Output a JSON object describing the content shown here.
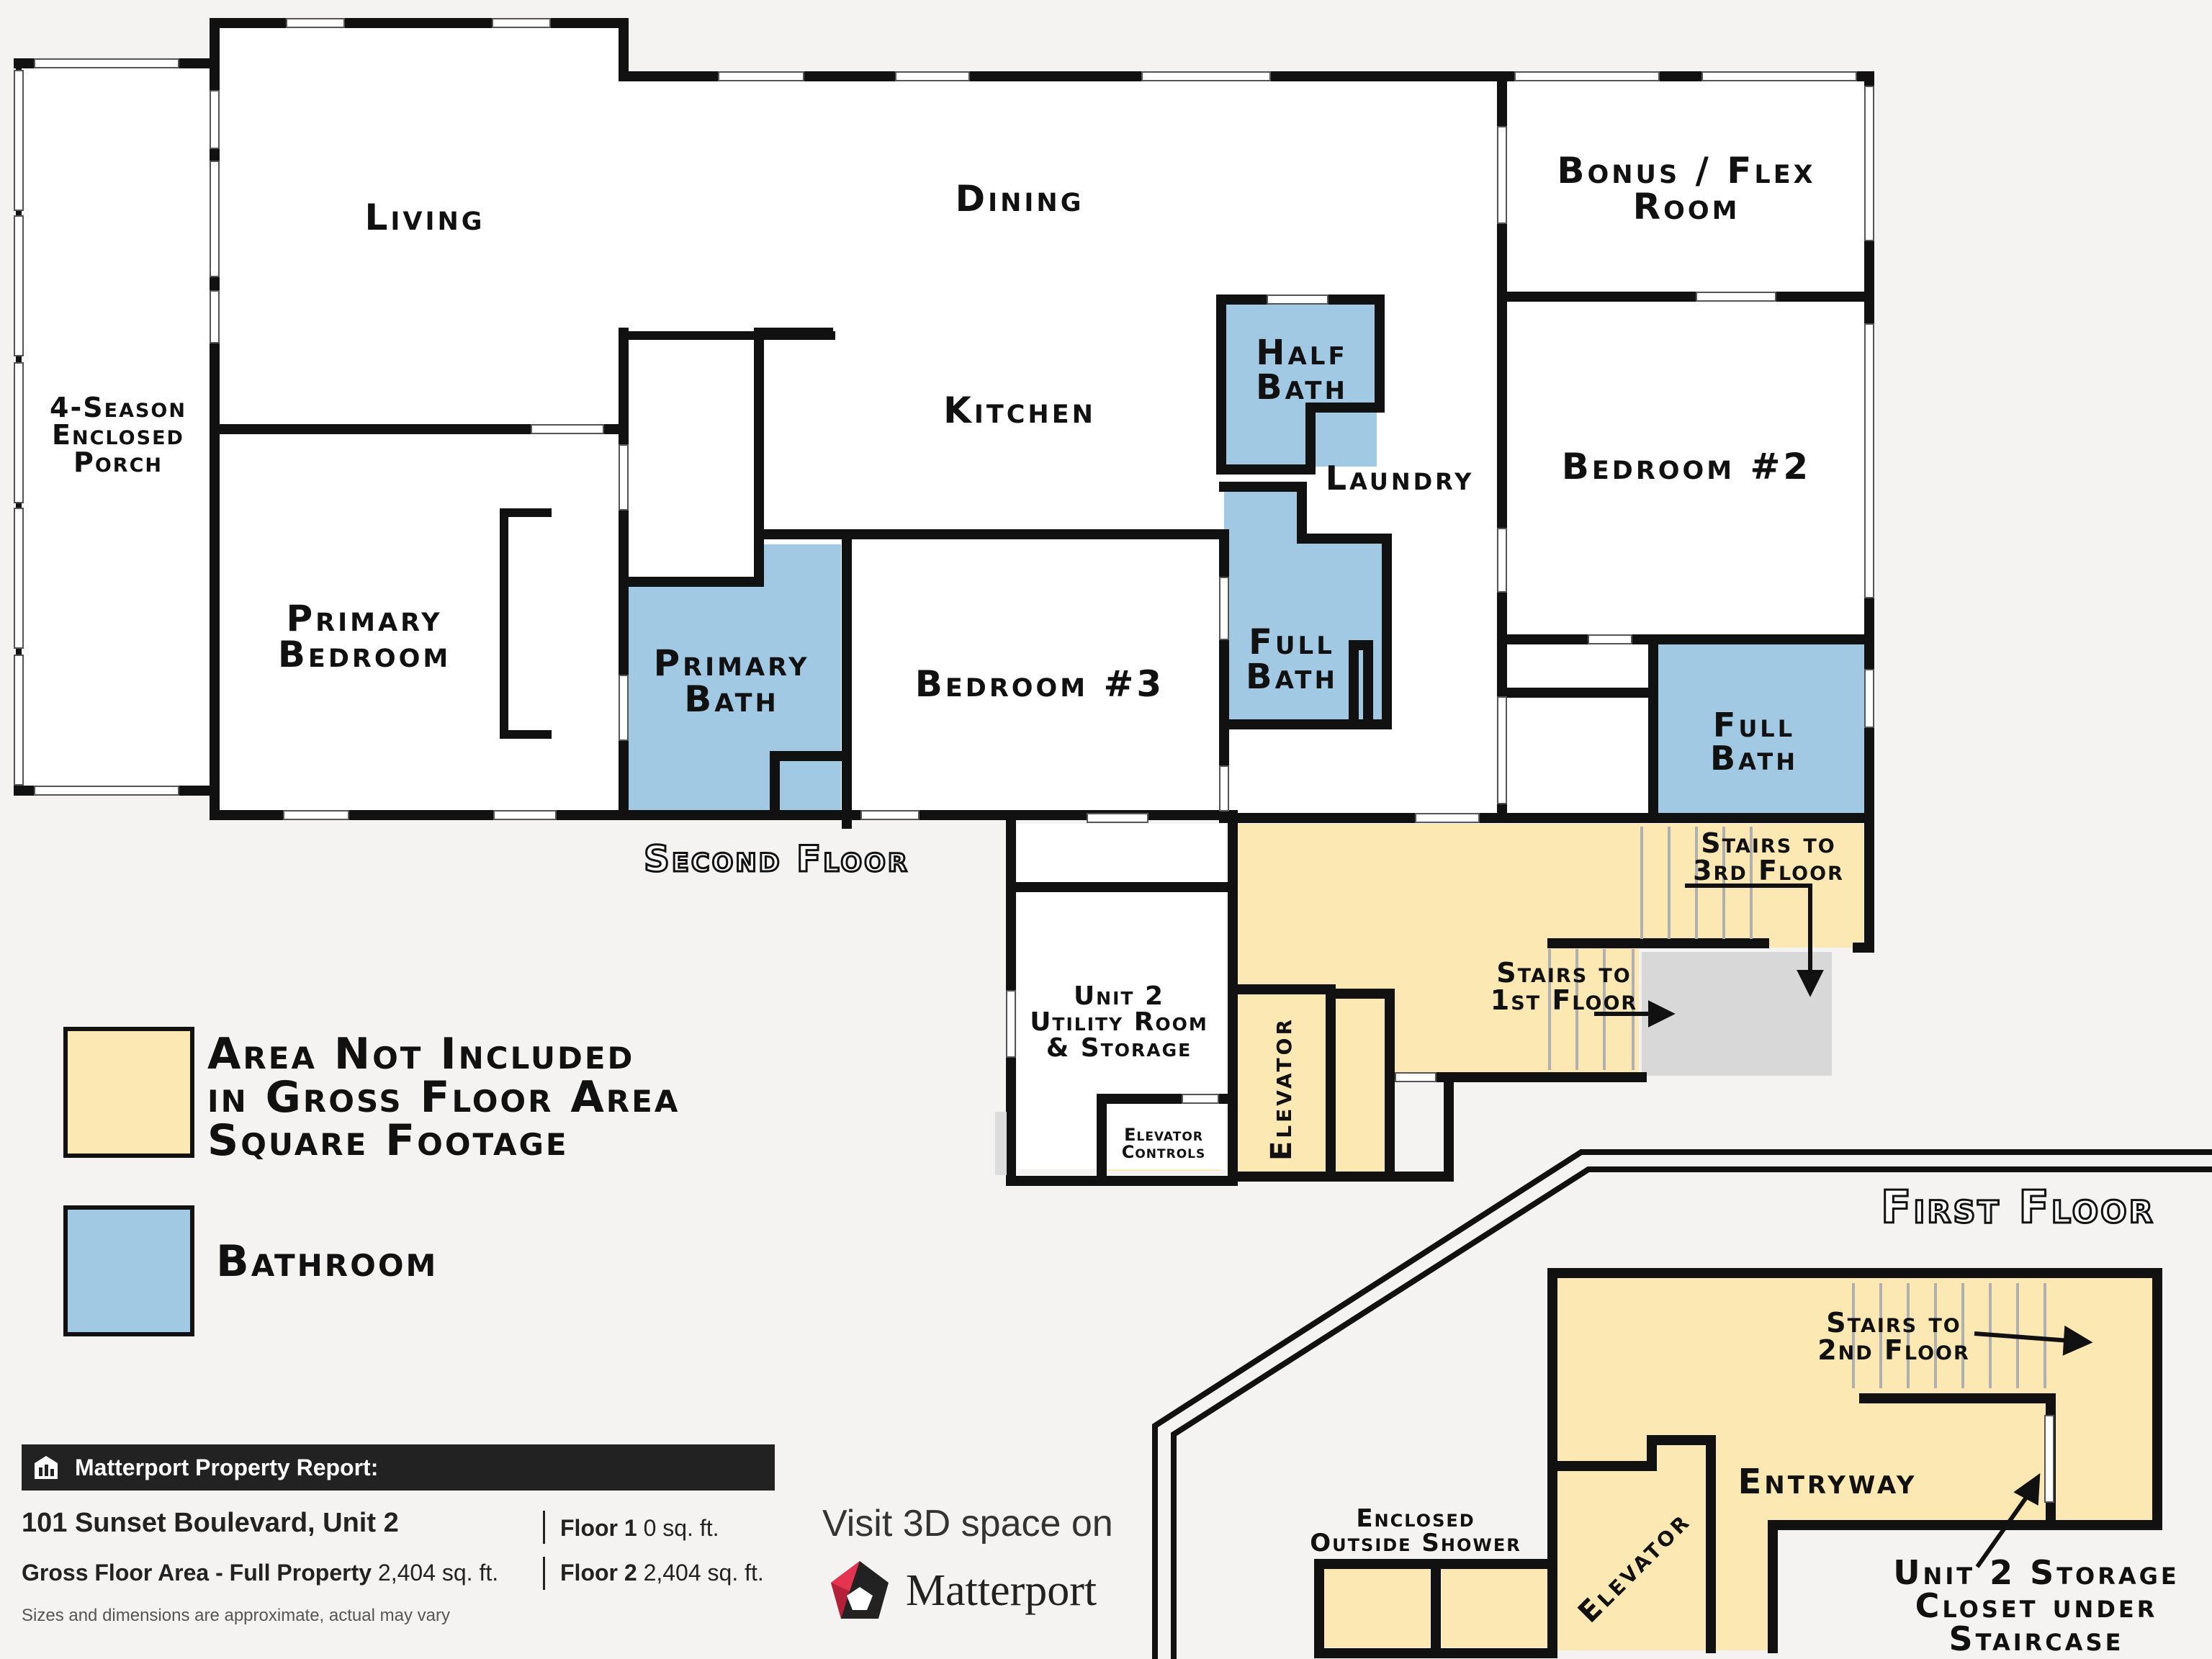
{
  "colors": {
    "not_included": "#fce8b2",
    "bathroom": "#a2c9e4",
    "wall": "#111111",
    "room": "#ffffff",
    "background": "#f4f3f1"
  },
  "second_floor": {
    "title": "Second Floor",
    "rooms": {
      "porch": "4-Season\nEnclosed\nPorch",
      "living": "Living",
      "dining": "Dining",
      "kitchen": "Kitchen",
      "bonus": "Bonus / Flex\nRoom",
      "half_bath": "Half\nBath",
      "laundry": "Laundry",
      "bedroom2": "Bedroom #2",
      "primary_bedroom": "Primary\nBedroom",
      "primary_bath": "Primary\nBath",
      "bedroom3": "Bedroom #3",
      "full_bath_mid": "Full\nBath",
      "full_bath_right": "Full\nBath",
      "stairs_3rd": "Stairs to\n3rd Floor",
      "stairs_1st": "Stairs to\n1st Floor",
      "utility": "Unit 2\nUtility Room\n& Storage",
      "elevator_controls": "Elevator\nControls",
      "elevator": "Elevator"
    }
  },
  "first_floor": {
    "title": "First Floor",
    "rooms": {
      "stairs_2nd": "Stairs to\n2nd Floor",
      "entryway": "Entryway",
      "elevator": "Elevator",
      "shower": "Enclosed\nOutside Shower",
      "storage": "Unit 2 Storage\nCloset under\nStaircase"
    }
  },
  "legend": {
    "not_included": "Area Not Included\nin Gross Floor Area\nSquare Footage",
    "bathroom": "Bathroom"
  },
  "report": {
    "header": "Matterport Property Report:",
    "address": "101 Sunset Boulevard, Unit 2",
    "gross_label": "Gross Floor Area - Full Property",
    "gross_value": "2,404 sq. ft.",
    "floor1_label": "Floor 1",
    "floor1_value": "0 sq. ft.",
    "floor2_label": "Floor 2",
    "floor2_value": "2,404 sq. ft.",
    "disclaimer": "Sizes and dimensions are approximate, actual may vary"
  },
  "matterport": {
    "visit": "Visit 3D space on",
    "brand": "Matterport"
  }
}
